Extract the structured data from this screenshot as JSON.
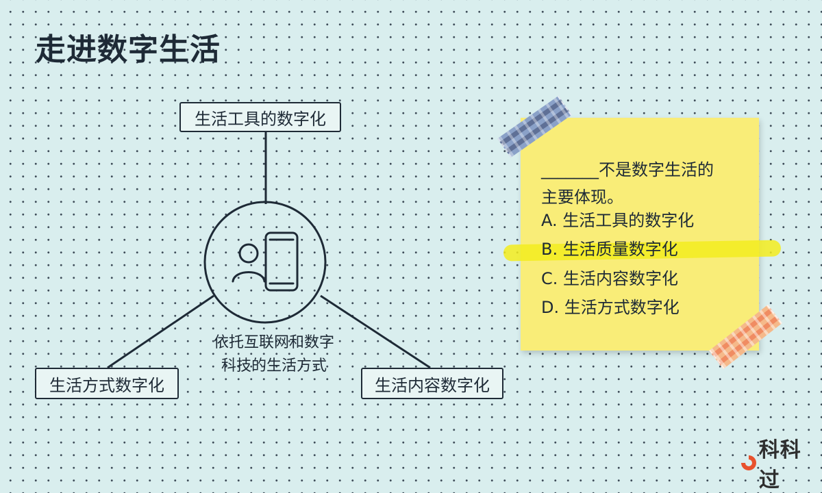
{
  "slide": {
    "title": "走进数字生活"
  },
  "diagram": {
    "top_node": "生活工具的数字化",
    "left_node": "生活方式数字化",
    "right_node": "生活内容数字化",
    "center_label_line1": "依托互联网和数字",
    "center_label_line2": "科技的生活方式",
    "center_icon": "person-phone-icon"
  },
  "sticky_note": {
    "question_line1": "_______不是数字生活的",
    "question_line2": "主要体现。",
    "options": [
      {
        "text": "A. 生活工具的数字化",
        "highlighted": false
      },
      {
        "text": "B. 生活质量数字化",
        "highlighted": true
      },
      {
        "text": "C. 生活内容数字化",
        "highlighted": false
      },
      {
        "text": "D. 生活方式数字化",
        "highlighted": false
      }
    ],
    "note_color": "#f9ed78",
    "highlight_color": "#f3ec1e"
  },
  "watermark": {
    "text": "科科过",
    "accent": "#e8522e"
  }
}
